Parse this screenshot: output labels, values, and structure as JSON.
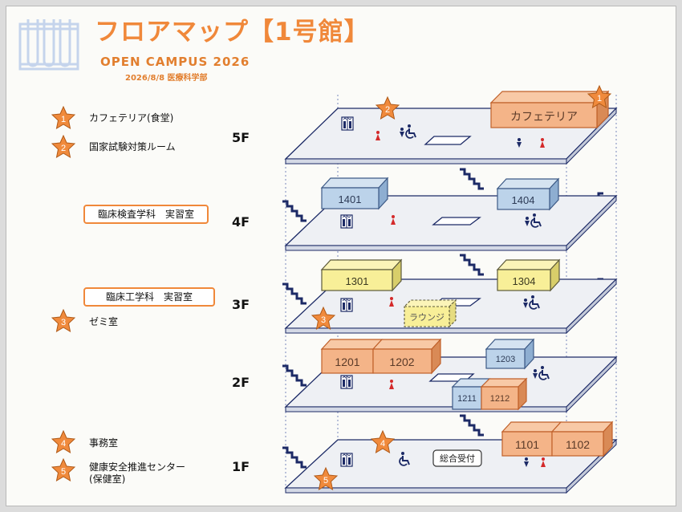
{
  "header": {
    "title": "フロアマップ【1号館】",
    "event": "OPEN  CAMPUS 2026",
    "date_dept": "2026/8/8  医療科学部"
  },
  "legend": [
    {
      "num": "1",
      "label": "カフェテリア(食堂)"
    },
    {
      "num": "2",
      "label": "国家試験対策ルーム"
    },
    {
      "num": "3",
      "label": "ゼミ室"
    },
    {
      "num": "4",
      "label": "事務室"
    },
    {
      "num": "5",
      "label": "健康安全推進センター",
      "label2": "(保健室)"
    }
  ],
  "dept_labels": {
    "f4": "臨床検査学科　実習室",
    "f3": "臨床工学科　実習室"
  },
  "floors": {
    "f5": "5F",
    "f4": "4F",
    "f3": "3F",
    "f2": "2F",
    "f1": "1F"
  },
  "rooms": {
    "cafeteria": "カフェテリア",
    "r1401": "1401",
    "r1404": "1404",
    "r1301": "1301",
    "r1304": "1304",
    "lounge": "ラウンジ",
    "r1201": "1201",
    "r1202": "1202",
    "r1203": "1203",
    "r1211": "1211",
    "r1212": "1212",
    "r1101": "1101",
    "r1102": "1102",
    "reception": "総合受付"
  },
  "stars": {
    "s1": "1",
    "s2": "2",
    "s3": "3",
    "s4": "4",
    "s5": "5"
  },
  "colors": {
    "accent": "#f0883a",
    "floor_fill": "#eef0f4",
    "floor_edge": "#1c2a66",
    "room_blue": "#bcd3ea",
    "room_yellow": "#f8ef98",
    "room_orange": "#f4b488",
    "star": "#f08a3c"
  },
  "icons": [
    "elevator-icon",
    "restroom-icon",
    "wheelchair-icon",
    "stairs-icon",
    "star-icon",
    "test-tubes-icon"
  ]
}
